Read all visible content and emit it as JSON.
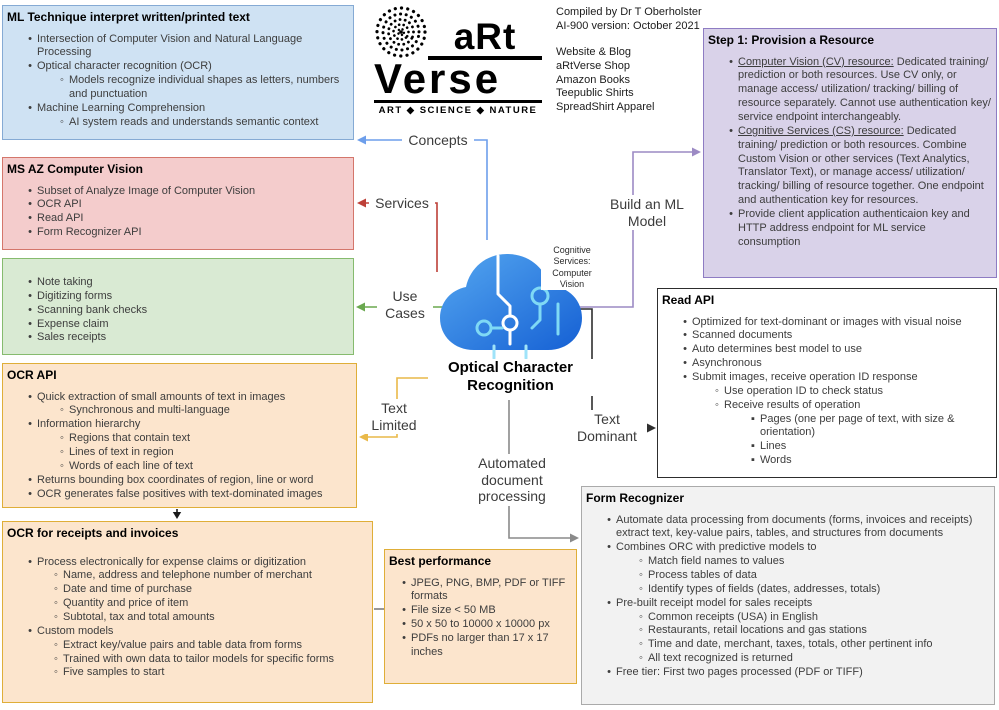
{
  "palette": {
    "box_blue_fill": "#cfe2f3",
    "box_blue_border": "#85aad4",
    "box_red_fill": "#f4cccc",
    "box_red_border": "#d4766b",
    "box_green_fill": "#d9ead3",
    "box_green_border": "#86bb6e",
    "box_orange_fill": "#fce5cd",
    "box_orange_border": "#dfae38",
    "box_purple_fill": "#d9d2e9",
    "box_purple_border": "#8e7cc3",
    "box_gray_fill": "#f2f2f2",
    "box_gray_border": "#aaaaaa",
    "line_concepts": "#6d9eeb",
    "line_services": "#bd4038",
    "line_use_cases": "#6aa84f",
    "line_text_limited": "#e9b949",
    "line_build_ml": "#9c8ac4",
    "line_text_dominant": "#2f2f2f",
    "line_automated": "#8a8a8a",
    "cloud_blue": "#2f7de1"
  },
  "logo": {
    "word_top": "aRt",
    "word_bottom": "Verse",
    "tagline": "ART ◆ SCIENCE ◆ NATURE"
  },
  "credits": {
    "compiled": "Compiled by Dr T Oberholster",
    "version": "AI-900 version: October 2021",
    "links": [
      "Website & Blog",
      "aRtVerse Shop",
      "Amazon Books",
      "Teepublic Shirts",
      "SpreadShirt Apparel"
    ]
  },
  "center": {
    "cloud_caption": "Cognitive Services: Computer Vision",
    "title": "Optical Character Recognition"
  },
  "connector_labels": {
    "concepts": "Concepts",
    "services": "Services",
    "use_cases": "Use Cases",
    "text_limited": "Text Limited",
    "build_ml": "Build an ML Model",
    "text_dominant": "Text Dominant",
    "automated_doc": "Automated document processing"
  },
  "boxes": {
    "ml_technique": {
      "title": "ML Technique interpret written/printed text",
      "items": [
        {
          "l": 1,
          "t": "Intersection of Computer Vision and Natural Language Processing"
        },
        {
          "l": 1,
          "t": "Optical character recognition (OCR)"
        },
        {
          "l": 2,
          "t": "Models recognize individual shapes as letters, numbers and punctuation"
        },
        {
          "l": 1,
          "t": "Machine Learning Comprehension"
        },
        {
          "l": 2,
          "t": "AI system reads and understands semantic context"
        }
      ]
    },
    "ms_az_cv": {
      "title": "MS AZ Computer Vision",
      "items": [
        {
          "l": 1,
          "t": "Subset of Analyze Image of Computer Vision"
        },
        {
          "l": 1,
          "t": "OCR API"
        },
        {
          "l": 1,
          "t": "Read API"
        },
        {
          "l": 1,
          "t": "Form Recognizer API"
        }
      ]
    },
    "use_cases": {
      "items": [
        {
          "l": 1,
          "t": "Note taking"
        },
        {
          "l": 1,
          "t": "Digitizing forms"
        },
        {
          "l": 1,
          "t": "Scanning bank checks"
        },
        {
          "l": 1,
          "t": "Expense claim"
        },
        {
          "l": 1,
          "t": "Sales receipts"
        }
      ]
    },
    "ocr_api": {
      "title": "OCR API",
      "items": [
        {
          "l": 1,
          "t": "Quick extraction of small amounts of text in images"
        },
        {
          "l": 2,
          "t": "Synchronous and multi-language"
        },
        {
          "l": 1,
          "t": "Information hierarchy"
        },
        {
          "l": 2,
          "t": "Regions that contain text"
        },
        {
          "l": 2,
          "t": "Lines of text in region"
        },
        {
          "l": 2,
          "t": "Words of each line of text"
        },
        {
          "l": 1,
          "t": "Returns bounding box coordinates of region, line or word"
        },
        {
          "l": 1,
          "t": "OCR generates false positives with text-dominated images"
        }
      ]
    },
    "ocr_receipts": {
      "title": "OCR for receipts and invoices",
      "items": [
        {
          "l": 1,
          "t": "Process electronically for expense claims or digitization"
        },
        {
          "l": 2,
          "t": "Name, address and telephone number of merchant"
        },
        {
          "l": 2,
          "t": "Date and time of purchase"
        },
        {
          "l": 2,
          "t": "Quantity and price of item"
        },
        {
          "l": 2,
          "t": "Subtotal, tax and total amounts"
        },
        {
          "l": 1,
          "t": "Custom models"
        },
        {
          "l": 2,
          "t": "Extract key/value pairs and table data from forms"
        },
        {
          "l": 2,
          "t": "Trained with own data to tailor models for specific forms"
        },
        {
          "l": 2,
          "t": "Five samples to start"
        }
      ]
    },
    "provision": {
      "title": "Step 1: Provision a Resource",
      "items": [
        {
          "l": 1,
          "u": "Computer Vision (CV) resource:",
          "t": " Dedicated training/ prediction or both resources. Use CV only, or manage access/ utilization/ tracking/ billing of resource separately. Cannot use authentication key/ service endpoint interchangeably."
        },
        {
          "l": 1,
          "u": "Cognitive Services (CS) resource:",
          "t": " Dedicated training/ prediction or both resources. Combine Custom Vision or other services (Text Analytics, Translator Text), or manage access/ utilization/ tracking/ billing of resource together. One endpoint and authentication key for resources."
        },
        {
          "l": 1,
          "t": "Provide client application authenticaion key and HTTP address endpoint for ML service consumption"
        }
      ]
    },
    "read_api": {
      "title": "Read API",
      "items": [
        {
          "l": 1,
          "t": "Optimized for text-dominant or images with visual noise"
        },
        {
          "l": 1,
          "t": "Scanned documents"
        },
        {
          "l": 1,
          "t": "Auto determines best model to use"
        },
        {
          "l": 1,
          "t": "Asynchronous"
        },
        {
          "l": 1,
          "t": "Submit images, receive operation ID response"
        },
        {
          "l": 2,
          "t": "Use operation ID to check status"
        },
        {
          "l": 2,
          "t": "Receive results of operation"
        },
        {
          "l": 3,
          "t": "Pages (one per page of text, with size & orientation)"
        },
        {
          "l": 3,
          "t": "Lines"
        },
        {
          "l": 3,
          "t": "Words"
        }
      ]
    },
    "form_recognizer": {
      "title": "Form Recognizer",
      "items": [
        {
          "l": 1,
          "t": "Automate data processing from documents (forms, invoices and receipts) extract text, key-value pairs, tables, and structures from documents"
        },
        {
          "l": 1,
          "t": "Combines ORC with predictive models to"
        },
        {
          "l": 2,
          "t": "Match field names to values"
        },
        {
          "l": 2,
          "t": "Process tables of data"
        },
        {
          "l": 2,
          "t": "Identify types of fields (dates, addresses, totals)"
        },
        {
          "l": 1,
          "t": "Pre-built receipt model for sales receipts"
        },
        {
          "l": 2,
          "t": "Common receipts (USA) in English"
        },
        {
          "l": 2,
          "t": "Restaurants, retail locations and gas stations"
        },
        {
          "l": 2,
          "t": "Time and date, merchant, taxes, totals, other pertinent info"
        },
        {
          "l": 2,
          "t": "All text recognized is returned"
        },
        {
          "l": 1,
          "t": "Free tier: First two pages processed (PDF or TIFF)"
        }
      ]
    },
    "best_performance": {
      "title": "Best performance",
      "items": [
        {
          "l": 1,
          "t": "JPEG, PNG, BMP, PDF or TIFF formats"
        },
        {
          "l": 1,
          "t": "File size < 50 MB"
        },
        {
          "l": 1,
          "t": "50 x 50 to 10000 x 10000 px"
        },
        {
          "l": 1,
          "t": "PDFs no larger than 17 x 17 inches"
        }
      ]
    }
  }
}
